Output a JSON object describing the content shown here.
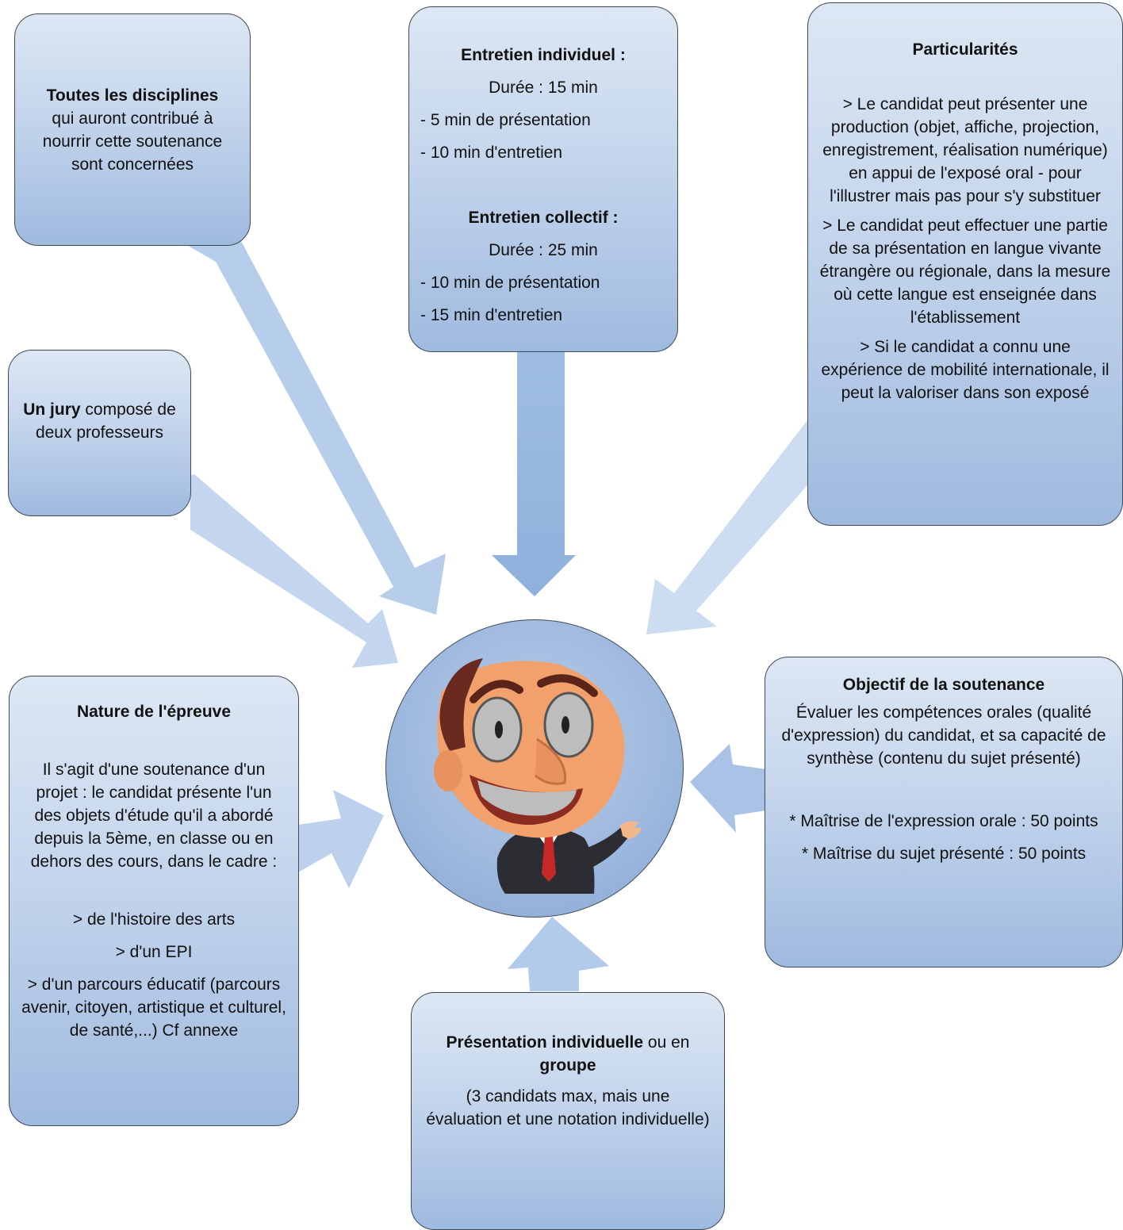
{
  "boxes": {
    "disciplines": {
      "title": "Toutes les disciplines",
      "text": "qui auront contribué à nourrir cette soutenance sont concernées"
    },
    "entretien": {
      "individuel_title": "Entretien individuel :",
      "individuel_lines": [
        "Durée : 15 min",
        "- 5 min de présentation",
        "- 10  min d'entretien"
      ],
      "collectif_title": "Entretien collectif :",
      "collectif_lines": [
        "Durée : 25 min",
        "- 10 min de présentation",
        "- 15 min d'entretien"
      ]
    },
    "particularites": {
      "title": "Particularités",
      "items": [
        "> Le candidat peut présenter une production (objet, affiche, projection, enregistrement, réalisation numérique) en appui de l'exposé oral - pour l'illustrer mais pas pour s'y substituer",
        "> Le candidat peut effectuer une partie de sa présentation en langue vivante étrangère ou régionale, dans la mesure où cette langue est enseignée dans l'établissement",
        "> Si le candidat a connu une expérience de mobilité internationale, il peut la valoriser dans son exposé"
      ]
    },
    "jury": {
      "title": "Un jury",
      "text": "composé de deux professeurs"
    },
    "nature": {
      "title": "Nature de l'épreuve",
      "intro": "Il s'agit d'une soutenance d'un projet : le candidat présente l'un des objets d'étude qu'il a abordé depuis la 5ème, en classe ou en dehors des cours, dans le cadre :",
      "items": [
        "> de l'histoire des arts",
        "> d'un EPI",
        "> d'un parcours éducatif (parcours avenir, citoyen, artistique et culturel, de santé,...) Cf annexe"
      ]
    },
    "objectif": {
      "title": "Objectif de la soutenance",
      "text": "Évaluer les compétences orales (qualité d'expression) du candidat, et sa capacité de synthèse (contenu du sujet présenté)",
      "criteria": [
        "* Maîtrise de l'expression orale : 50 points",
        "* Maîtrise du sujet présenté : 50 points"
      ]
    },
    "presentation": {
      "title_a": "Présentation individuelle",
      "mid": "ou en",
      "title_b": "groupe",
      "text": "(3 candidats max, mais une évaluation et une notation individuelle)"
    }
  },
  "colors": {
    "box_top": "#dde7f4",
    "box_bottom": "#9fbadf",
    "border": "#3f4a57",
    "arrow": "#aac4e6"
  },
  "center_image": "cartoon-teacher-pointing"
}
